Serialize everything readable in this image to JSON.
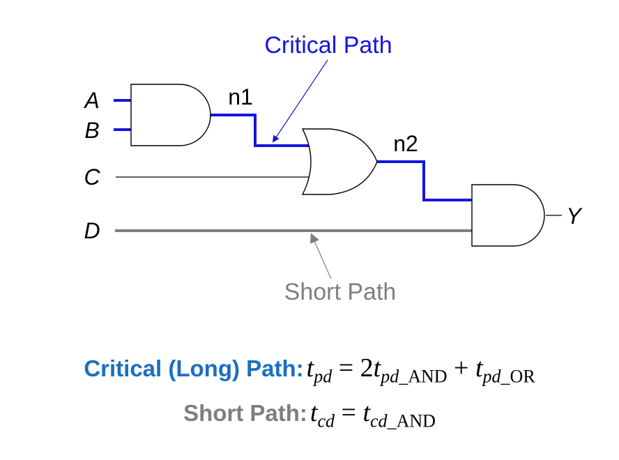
{
  "diagram": {
    "labels": {
      "critical_path": "Critical Path",
      "short_path": "Short Path",
      "n1": "n1",
      "n2": "n2",
      "input_a": "A",
      "input_b": "B",
      "input_c": "C",
      "input_d": "D",
      "output_y": "Y"
    },
    "colors": {
      "critical": "#1515e0",
      "short": "#7f7f7f",
      "wire": "#000000",
      "label_critical": "#1a6fc0",
      "label_short": "#7f7f7f"
    }
  },
  "equations": {
    "critical": {
      "label": "Critical (Long) Path:",
      "t1": "t",
      "s1": "pd",
      "eq": "=",
      "coef": "2",
      "t2": "t",
      "s2": "pd_AND",
      "plus": "+",
      "t3": "t",
      "s3": "pd_OR"
    },
    "short": {
      "label": "Short Path:",
      "t1": "t",
      "s1": "cd",
      "eq": "=",
      "t2": "t",
      "s2": "cd_AND"
    }
  }
}
